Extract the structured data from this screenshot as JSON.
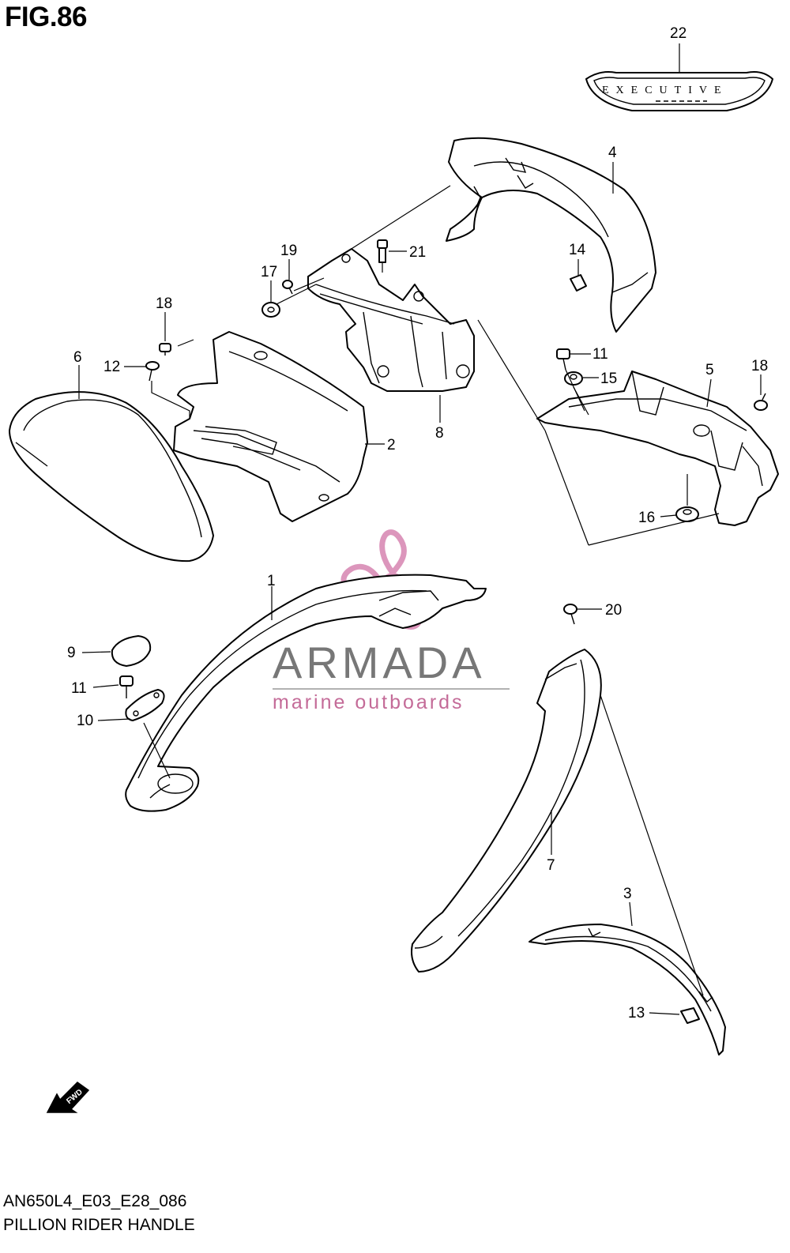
{
  "figure": {
    "title": "FIG.86",
    "code": "AN650L4_E03_E28_086",
    "name": "PILLION RIDER HANDLE"
  },
  "badge": {
    "text": "EXECUTIVE"
  },
  "direction_marker": {
    "label": "FWD",
    "icon": "arrow-left-down-icon"
  },
  "watermark": {
    "brand": "ARMADA",
    "tagline": "marine outboards",
    "accent_color": "#d98bb5",
    "text_color": "#777777"
  },
  "callouts": {
    "c1": "1",
    "c2": "2",
    "c3": "3",
    "c4": "4",
    "c5": "5",
    "c6": "6",
    "c7": "7",
    "c8": "8",
    "c9": "9",
    "c10": "10",
    "c11a": "11",
    "c11b": "11",
    "c12": "12",
    "c13": "13",
    "c14": "14",
    "c15": "15",
    "c16": "16",
    "c17": "17",
    "c18a": "18",
    "c18b": "18",
    "c19": "19",
    "c20": "20",
    "c21": "21",
    "c22": "22"
  }
}
